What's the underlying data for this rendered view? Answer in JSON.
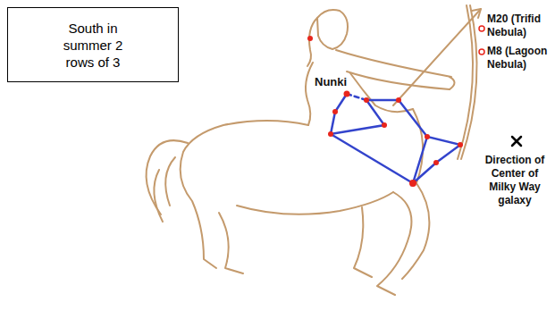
{
  "diagram": {
    "nodes": [
      {
        "text": [
          "South in summer 2 rows of 3"
        ]
      }
    ],
    "labels": [
      "Nunki",
      "M20 (Trifid Nebula)",
      "M8 (Lagoon Nebula)",
      "Direction of Center of Milky Way galaxy"
    ]
  }
}
